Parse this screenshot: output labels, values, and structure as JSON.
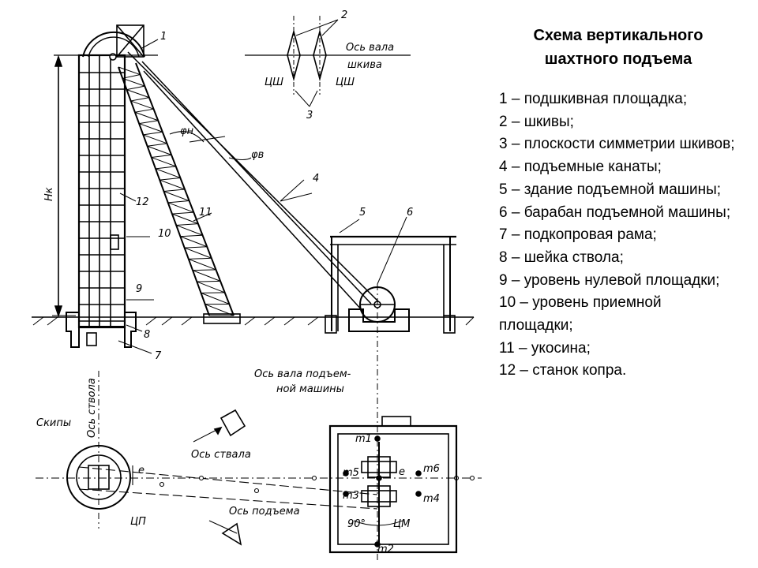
{
  "title": "Схема вертикального шахтного подъема",
  "legend": [
    "1 – подшкивная площадка;",
    "2 – шкивы;",
    "3 – плоскости симметрии шкивов;",
    "4 – подъемные канаты;",
    "5 – здание подъемной машины;",
    "6 – барабан подъемной машины;",
    "7 – подкопровая рама;",
    "8 – шейка ствола;",
    "9 – уровень нулевой площадки;",
    "10 – уровень приемной площадки;",
    "11 – укосина;",
    "12 – станок копра."
  ],
  "diagram": {
    "numbers": {
      "n1": "1",
      "n2": "2",
      "n3": "3",
      "n4": "4",
      "n5": "5",
      "n6": "6",
      "n7": "7",
      "n8": "8",
      "n9": "9",
      "n10": "10",
      "n11": "11",
      "n12": "12"
    },
    "labels": {
      "os_vala": "Ось вала",
      "shkiva": "шкива",
      "csh_left": "ЦШ",
      "csh_right": "ЦШ",
      "hk": "Hк",
      "phi_n": "φн",
      "phi_v": "φв",
      "os_stvola_vertical": "Ось ствола",
      "skipy": "Скипы",
      "cp": "ЦП",
      "os_stvala": "Ось ствала",
      "os_podema": "Ось подъема",
      "os_vala_machine_1": "Ось вала подъем-",
      "os_vala_machine_2": "ной машины",
      "angle_90": "90°",
      "e_left": "e",
      "e_right": "e",
      "cm": "ЦМ",
      "m1": "m1",
      "m2": "m2",
      "m3": "m3",
      "m4": "m4",
      "m5": "m5",
      "m6": "m6"
    }
  }
}
